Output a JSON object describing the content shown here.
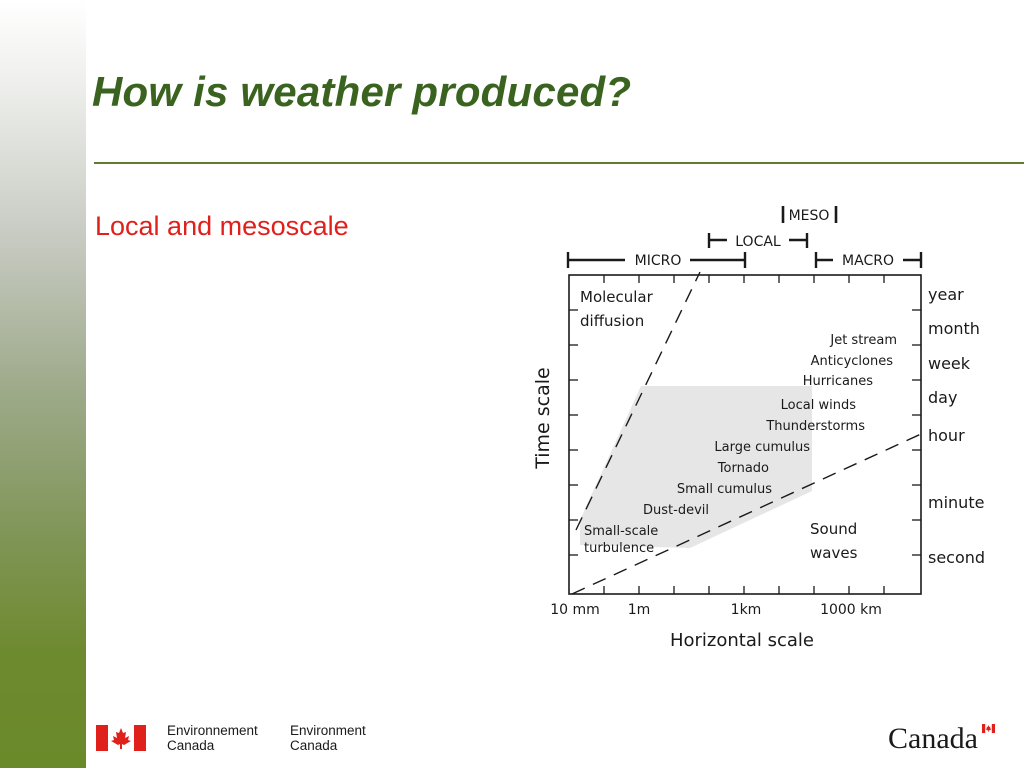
{
  "slide": {
    "title": "How is weather produced?",
    "bullet": "Local and mesoscale"
  },
  "diagram": {
    "scale_labels": {
      "meso": "MESO",
      "local": "LOCAL",
      "micro": "MICRO",
      "macro": "MACRO"
    },
    "y_axis_title": "Time scale",
    "x_axis_title": "Horizontal scale",
    "time_labels": [
      "year",
      "month",
      "week",
      "day",
      "hour",
      "minute",
      "second"
    ],
    "x_tick_labels": [
      "10 mm",
      "1m",
      "1km",
      "1000 km"
    ],
    "phenomena": [
      "Molecular",
      "diffusion",
      "Jet stream",
      "Anticyclones",
      "Hurricanes",
      "Local winds",
      "Thunderstorms",
      "Large cumulus",
      "Tornado",
      "Small cumulus",
      "Dust-devil",
      "Small-scale",
      "turbulence",
      "Sound",
      "waves"
    ],
    "colors": {
      "shade": "#e6e6e6",
      "line": "#1a1a1a"
    }
  },
  "footer": {
    "dept_fr_line1": "Environnement",
    "dept_fr_line2": "Canada",
    "dept_en_line1": "Environment",
    "dept_en_line2": "Canada",
    "wordmark": "Canada",
    "colors": {
      "flag_red": "#e0201b"
    }
  }
}
